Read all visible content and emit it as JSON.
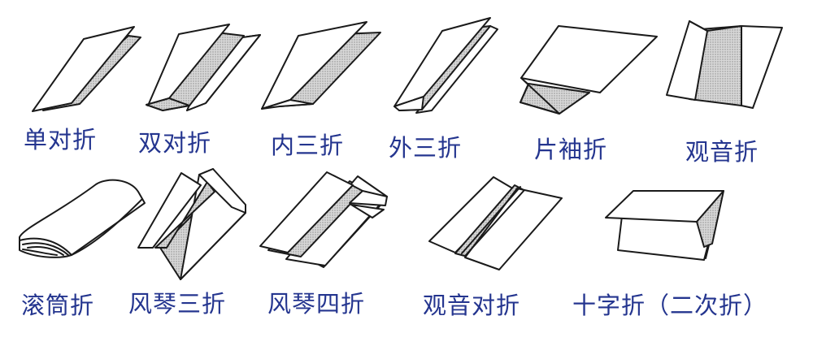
{
  "labels": {
    "single_fold": "单对折",
    "double_fold": "双对折",
    "inner_tri_fold": "内三折",
    "outer_tri_fold": "外三折",
    "sleeve_fold": "片袖折",
    "gate_fold": "观音折",
    "roll_fold": "滚筒折",
    "accordion_tri_fold": "风琴三折",
    "accordion_quad_fold": "风琴四折",
    "double_gate_fold": "观音对折",
    "cross_fold": "十字折（二次折）"
  },
  "colors": {
    "label": "#24358f",
    "outline": "#1a1a1a",
    "shade": "#cfcfcf"
  }
}
